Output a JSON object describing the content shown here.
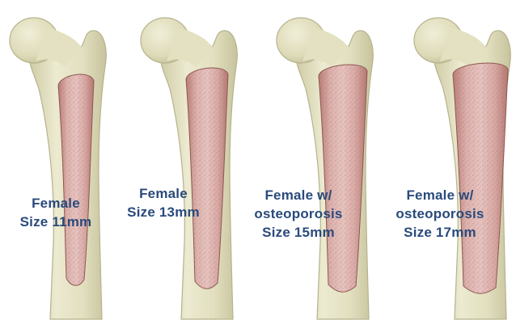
{
  "figure": {
    "label_color": "#2a4a7c",
    "bone_color": "#e4e2c3",
    "bone_edge_color": "#b6b38e",
    "marrow_color": "#d8aaa5",
    "canal_edge_color": "#8e5752",
    "specimens": [
      {
        "lines": [
          "Female",
          "Size 11mm"
        ]
      },
      {
        "lines": [
          "Female",
          "Size 13mm"
        ]
      },
      {
        "lines": [
          "Female w/",
          "osteoporosis",
          "Size 15mm"
        ]
      },
      {
        "lines": [
          "Female w/",
          "osteoporosis",
          "Size 17mm"
        ]
      }
    ]
  }
}
